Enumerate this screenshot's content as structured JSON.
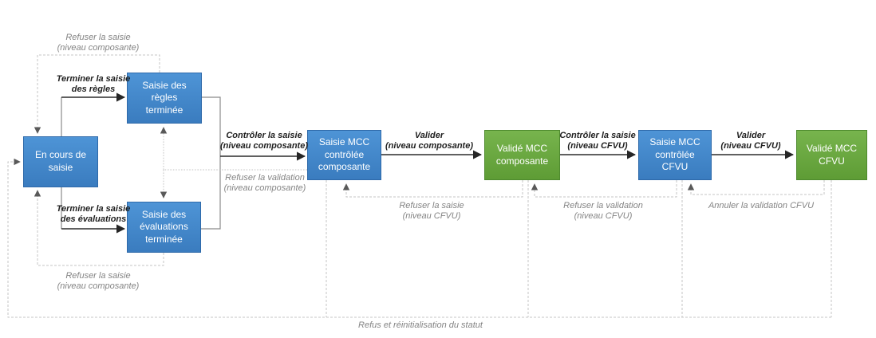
{
  "nodes": [
    {
      "id": "en-cours-de-saisie",
      "label": "En cours de\nsaisie",
      "color": "blue"
    },
    {
      "id": "saisie-regles-terminee",
      "label": "Saisie des\nrègles\nterminée",
      "color": "blue"
    },
    {
      "id": "saisie-evaluations-terminee",
      "label": "Saisie des\névaluations\nterminée",
      "color": "blue"
    },
    {
      "id": "saisie-mcc-controlee-composante",
      "label": "Saisie MCC\ncontrôlée\ncomposante",
      "color": "blue"
    },
    {
      "id": "valide-mcc-composante",
      "label": "Validé MCC\ncomposante",
      "color": "green"
    },
    {
      "id": "saisie-mcc-controlee-cfvu",
      "label": "Saisie MCC\ncontrôlée\nCFVU",
      "color": "blue"
    },
    {
      "id": "valide-mcc-cfvu",
      "label": "Validé MCC\nCFVU",
      "color": "green"
    }
  ],
  "edge_labels": {
    "refuser_saisie_composante_haut": "Refuser la saisie\n(niveau composante)",
    "terminer_saisie_regles": "Terminer la saisie\ndes règles",
    "terminer_saisie_evaluations": "Terminer la saisie\ndes évaluations",
    "refuser_saisie_composante_bas": "Refuser la saisie\n(niveau composante)",
    "controler_saisie_composante": "Contrôler la saisie\n(niveau composante)",
    "refuser_validation_composante": "Refuser la validation\n(niveau composante)",
    "valider_composante": "Valider\n(niveau composante)",
    "refuser_saisie_cfvu": "Refuser la saisie\n(niveau CFVU)",
    "controler_saisie_cfvu": "Contrôler la saisie\n(niveau CFVU)",
    "refuser_validation_cfvu": "Refuser la validation\n(niveau CFVU)",
    "valider_cfvu": "Valider\n(niveau CFVU)",
    "annuler_validation_cfvu": "Annuler la validation CFVU",
    "refus_reinitialisation": "Refus et réinitialisation du statut"
  },
  "colors": {
    "node_blue": "#3A7CBF",
    "node_blue_light": "#4E94D6",
    "node_green": "#5E9C35",
    "node_green_light": "#77B44D",
    "action_arrow": "#2B2B2B",
    "solid_connector": "#8A8A8A",
    "return_dashed": "#C6C6C6",
    "return_arrowhead": "#595959",
    "label_action_text": "#1F1F1F",
    "label_return_text": "#848484"
  }
}
